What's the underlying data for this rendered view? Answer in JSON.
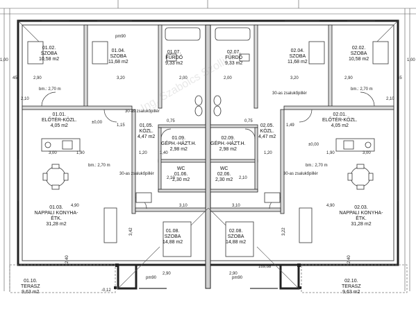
{
  "rooms": [
    {
      "id": "r0102a",
      "num": "01.02.",
      "name": "SZOBA",
      "area": "10,58 m2"
    },
    {
      "id": "r0104",
      "num": "01.04.",
      "name": "SZOBA",
      "area": "11,68 m2"
    },
    {
      "id": "r0107",
      "num": "01.07.",
      "name": "FÜRDŐ",
      "area": "9,33 m2"
    },
    {
      "id": "r0207",
      "num": "02.07.",
      "name": "FÜRDŐ",
      "area": "9,33 m2"
    },
    {
      "id": "r0204",
      "num": "02.04.",
      "name": "SZOBA",
      "area": "11,68 m2"
    },
    {
      "id": "r0202",
      "num": "02.02.",
      "name": "SZOBA",
      "area": "10,58 m2"
    },
    {
      "id": "r0101",
      "num": "01.01.",
      "name": "ELŐTÉR-KÖZL.",
      "area": "4,05 m2"
    },
    {
      "id": "r0105",
      "num": "01.05.",
      "name": "KÖZL.",
      "area": "4,47 m2"
    },
    {
      "id": "r0109",
      "num": "01.09.",
      "name": "GÉPH.-HÁZT.H.",
      "area": "2,98 m2"
    },
    {
      "id": "r0209",
      "num": "02.09.",
      "name": "GÉPH.-HÁZT.H.",
      "area": "2,98 m2"
    },
    {
      "id": "r0205",
      "num": "02.05.",
      "name": "KÖZL.",
      "area": "4,47 m2"
    },
    {
      "id": "r0201",
      "num": "02.01.",
      "name": "ELŐTÉR-KÖZL.",
      "area": "4,05 m2"
    },
    {
      "id": "r0106",
      "num": "01.06.",
      "name": "WC",
      "area": "2,30 m2"
    },
    {
      "id": "r0206",
      "num": "02.06.",
      "name": "WC",
      "area": "2,30 m2"
    },
    {
      "id": "r0103",
      "num": "01.03.",
      "name": "NAPPALI KONYHA-ÉTK.",
      "area": "31,28 m2"
    },
    {
      "id": "r0203",
      "num": "02.03.",
      "name": "NAPPALI KONYHA-ÉTK.",
      "area": "31,28 m2"
    },
    {
      "id": "r0108",
      "num": "01.08.",
      "name": "SZOBA",
      "area": "14,88 m2"
    },
    {
      "id": "r0208",
      "num": "02.08.",
      "name": "SZOBA",
      "area": "14,88 m2"
    },
    {
      "id": "r0110",
      "num": "01.10.",
      "name": "TERASZ",
      "area": "9,63 m2"
    },
    {
      "id": "r0210",
      "num": "02.10.",
      "name": "TERASZ",
      "area": "9,63 m2"
    }
  ],
  "notes": {
    "ceiling_left_1": "bm.: 2,70 m",
    "ceiling_right_1": "bm.: 2,70 m",
    "ceiling_left_2": "bm.: 2,70 m",
    "ceiling_right_2": "bm.: 2,70 m",
    "pillar_l1": "30-as zsalukőpillér",
    "pillar_r1": "30-as zsalukőpillér",
    "pillar_l2": "30-as zsalukőpillér",
    "pillar_r2": "30-as zsalukőpillér",
    "level_l": "±0,00",
    "level_r": "±0,00",
    "level_tl": "-0,12",
    "window_l": "pm90",
    "window_r": "pm90",
    "window_top": "pm90",
    "pillar_area": "169,68"
  },
  "dims": {
    "d1": "2,90",
    "d2": "3,20",
    "d3": "2,00",
    "d4": "2,00",
    "d5": "3,20",
    "d6": "2,90",
    "d7": "1,90",
    "d8": "1,90",
    "d9": "3,00",
    "d10": "3,00",
    "d11": "4,90",
    "d12": "4,90",
    "d13": "3,10",
    "d14": "3,10",
    "d15": "2,10",
    "d16": "2,10",
    "d17": "1,00",
    "d18": "1,00",
    "d19": "3,42",
    "d20": "3,22",
    "d21": "1,20",
    "d22": "1,20",
    "d23": "2,10",
    "d24": "2,10",
    "d25": "0,75",
    "d26": "0,75",
    "d27": "1,15",
    "d28": "1,49",
    "d29": "1,40",
    "d30": "2,40",
    "d31": "2,40",
    "d32": "2,90",
    "d33": "2,90",
    "d34": "45",
    "d35": "45"
  },
  "watermark": "Ing. Szabolcs Szollink"
}
